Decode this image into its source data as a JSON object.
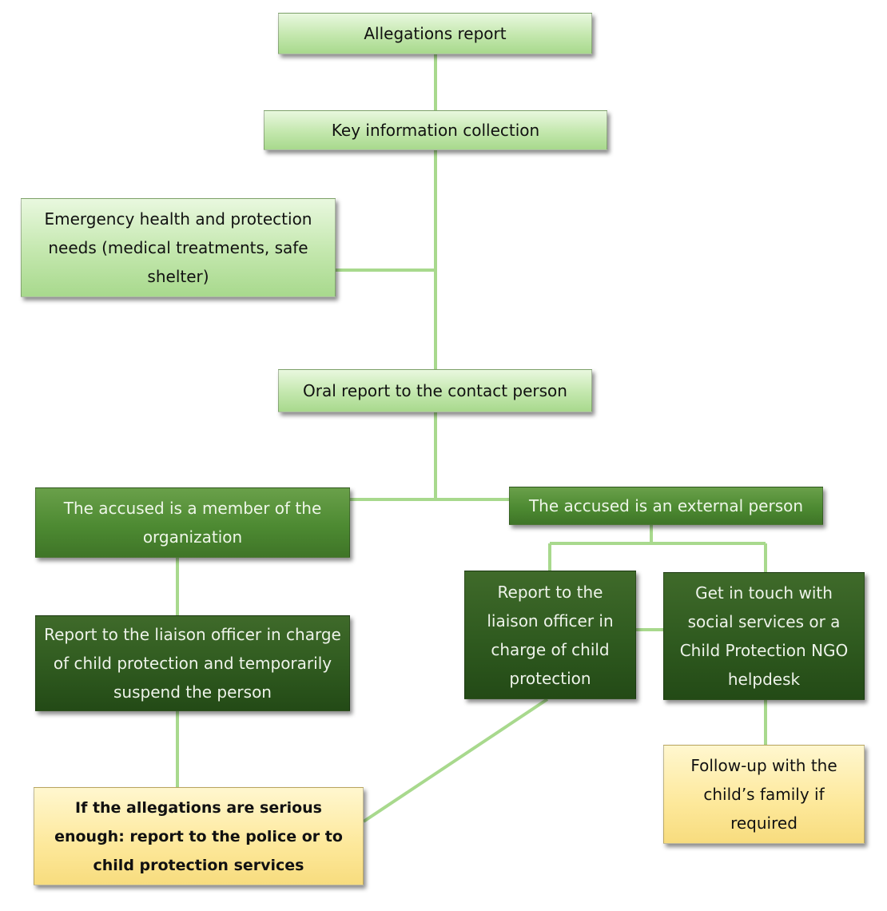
{
  "nodes": {
    "allegations_report": "Allegations report",
    "key_information": "Key information collection",
    "emergency_needs": "Emergency health and protection needs (medical treatments, safe shelter)",
    "oral_report": "Oral report to the contact person",
    "accused_member": "The accused is a member of the organization",
    "accused_external": "The accused is an external person",
    "report_liaison_suspend": "Report to the liaison officer in charge of child protection and temporarily suspend the person",
    "report_liaison": "Report to the liaison officer in charge of child protection",
    "social_services": "Get in touch with social services or a Child Protection NGO helpdesk",
    "serious_allegations": "If the allegations are serious enough: report to the police or to child protection services",
    "follow_up": "Follow-up with the child’s family if required"
  },
  "colors": {
    "connector": "#a8d98d",
    "light_fill": "#c3e7ad",
    "mid_fill": "#4d8a32",
    "dark_fill": "#2f5a1f",
    "yellow_fill": "#fde89a"
  }
}
